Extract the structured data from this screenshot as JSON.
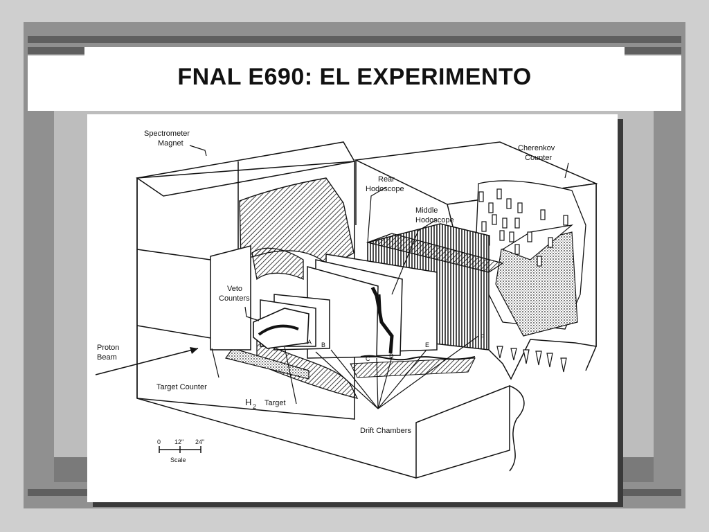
{
  "slide": {
    "title": "FNAL E690: EL EXPERIMENTO"
  },
  "diagram": {
    "labels": {
      "spectrometer_1": "Spectrometer",
      "spectrometer_2": "Magnet",
      "cherenkov_1": "Cherenkov",
      "cherenkov_2": "Counter",
      "rear_1": "Rear",
      "rear_2": "Hodoscope",
      "middle_1": "Middle",
      "middle_2": "Hodoscope",
      "veto_1": "Veto",
      "veto_2": "Counters",
      "proton_1": "Proton",
      "proton_2": "Beam",
      "target_counter": "Target Counter",
      "h2": "H",
      "h2_sub": "2",
      "h2_target": "Target",
      "drift": "Drift Chambers",
      "chamber_a": "A",
      "chamber_b": "B",
      "chamber_c": "C",
      "chamber_d": "D",
      "chamber_e": "E",
      "chamber_f": "F",
      "scale_0": "0",
      "scale_12": "12\"",
      "scale_24": "24\"",
      "scale_label": "Scale"
    }
  },
  "colors": {
    "background": "#cfcfcf",
    "frame": "#909090",
    "line": "#111111"
  }
}
